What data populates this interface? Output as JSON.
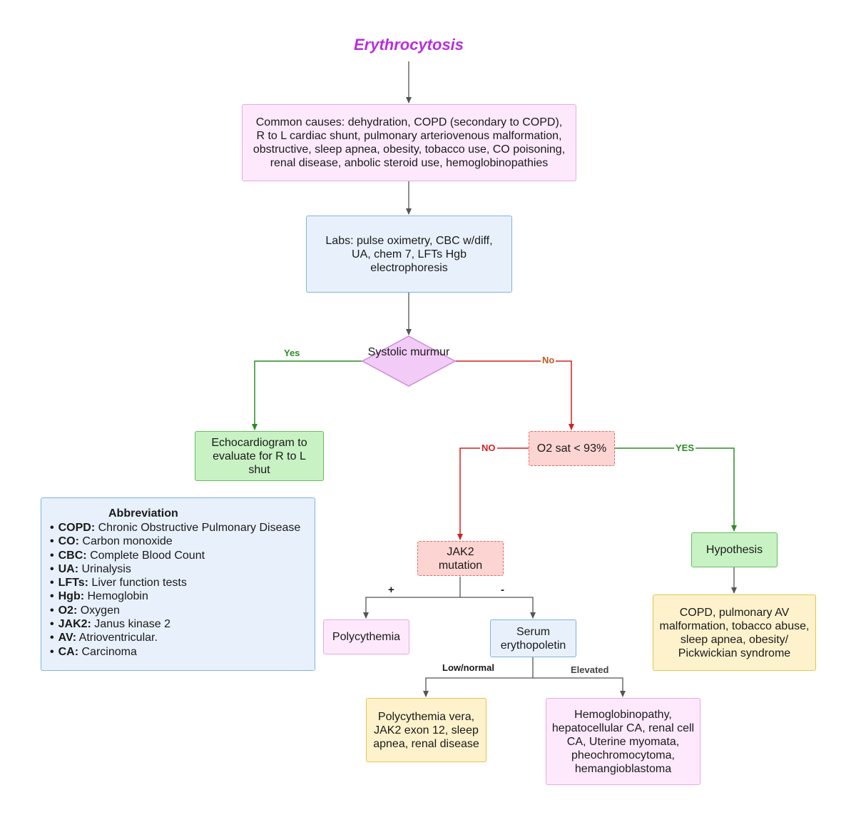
{
  "title": "Erythrocytosis",
  "nodes": {
    "causes": "Common causes: dehydration, COPD (secondary to COPD), R to L cardiac shunt, pulmonary arteriovenous malformation, obstructive, sleep apnea, obesity, tobacco use, CO poisoning, renal disease, anbolic steroid use, hemoglobinopathies",
    "labs": "Labs: pulse oximetry, CBC w/diff, UA, chem 7, LFTs Hgb electrophoresis",
    "systolic": "Systolic murmur",
    "echo": "Echocardiogram to evaluate for R to L shut",
    "o2sat": "O2 sat < 93%",
    "jak2": "JAK2 mutation",
    "hypothesis": "Hypothesis",
    "copd_list": "COPD, pulmonary AV malformation, tobacco abuse, sleep apnea, obesity/ Pickwickian syndrome",
    "polycythemia": "Polycythemia",
    "serum": "Serum erythopoletin",
    "pv": "Polycythemia vera, JAK2 exon 12, sleep apnea, renal disease",
    "hemo": "Hemoglobinopathy, hepatocellular CA, renal cell CA, Uterine myomata, pheochromocytoma, hemangioblastoma"
  },
  "edge_labels": {
    "yes": "Yes",
    "no": "No",
    "no_caps": "NO",
    "yes_caps": "YES",
    "plus": "+",
    "minus": "-",
    "low_normal": "Low/normal",
    "elevated": "Elevated"
  },
  "colors": {
    "yes_edge": "#2e8b23",
    "no_edge": "#d42020",
    "neutral_edge": "#555555",
    "title": "#b82ee0"
  },
  "abbreviation": {
    "heading": "Abbreviation",
    "items": [
      {
        "term": "COPD:",
        "def": "Chronic Obstructive Pulmonary Disease"
      },
      {
        "term": "CO:",
        "def": "Carbon monoxide"
      },
      {
        "term": "CBC:",
        "def": "Complete Blood Count"
      },
      {
        "term": "UA:",
        "def": "Urinalysis"
      },
      {
        "term": "LFTs:",
        "def": "Liver function tests"
      },
      {
        "term": "Hgb:",
        "def": "Hemoglobin"
      },
      {
        "term": "O2:",
        "def": "Oxygen"
      },
      {
        "term": "JAK2:",
        "def": "Janus kinase 2"
      },
      {
        "term": "AV:",
        "def": "Atrioventricular."
      },
      {
        "term": "CA:",
        "def": "Carcinoma"
      }
    ]
  }
}
